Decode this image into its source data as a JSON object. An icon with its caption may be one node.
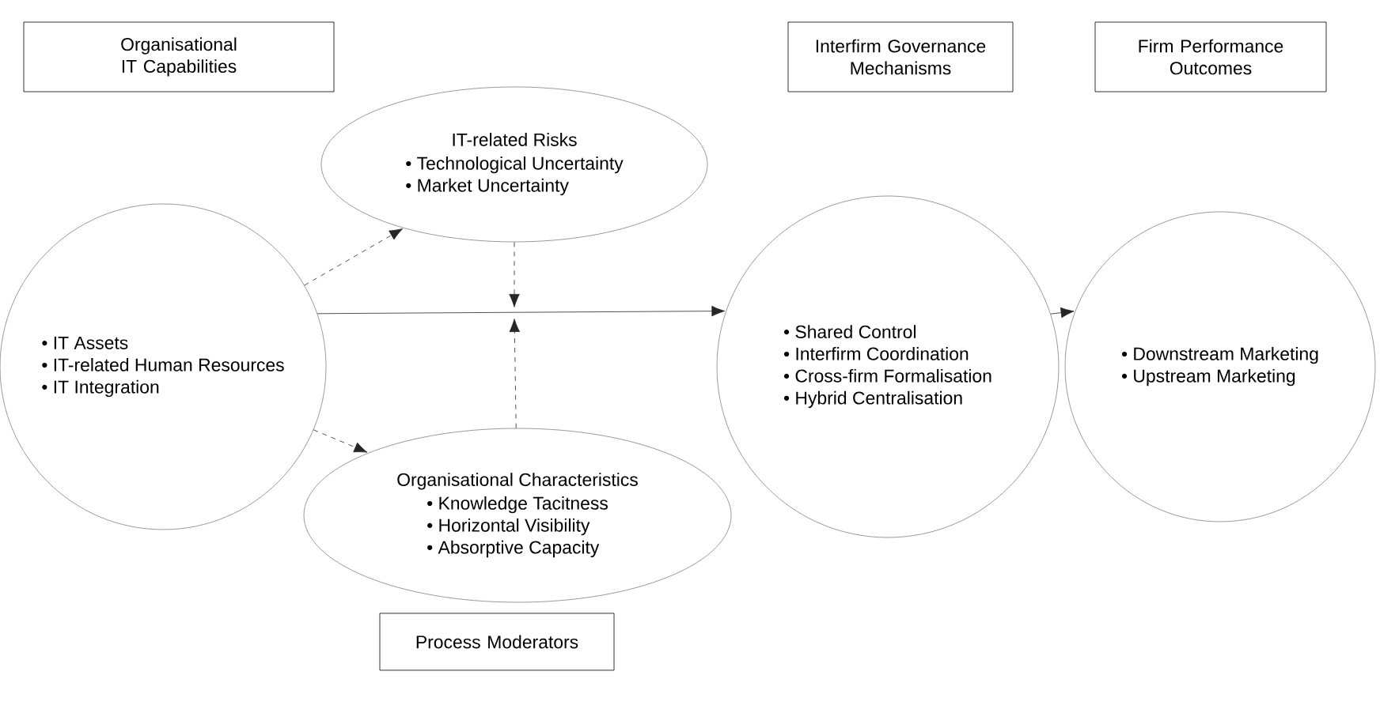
{
  "diagram": {
    "nodes": [
      {
        "text": [
          "Organisational IT Capabilities"
        ]
      },
      {
        "text": [
          "Interfirm Governance Mechanisms"
        ]
      },
      {
        "text": [
          "Firm Performance Outcomes"
        ]
      },
      {
        "text": [
          "• IT Assets",
          "• IT-related Human Resources",
          "• IT Integration"
        ]
      },
      {
        "text": [
          "IT-related Risks",
          "• Technological Uncertainty",
          "• Market Uncertainty"
        ]
      },
      {
        "text": [
          "Organisational Characteristics",
          "• Knowledge Tacitness",
          "• Horizontal Visibility",
          "• Absorptive Capacity"
        ]
      },
      {
        "text": [
          "• Shared Control",
          "• Interfirm Coordination",
          "• Cross-firm Formalisation",
          "• Hybrid Centralisation"
        ]
      },
      {
        "text": [
          "• Downstream Marketing",
          "• Upstream Marketing"
        ]
      },
      {
        "text": [
          "Process Moderators"
        ]
      }
    ],
    "edges": [
      {
        "from": 3,
        "to": 4,
        "arrow": "to",
        "style": "dashed"
      },
      {
        "from": 3,
        "to": 5,
        "arrow": "to",
        "style": "dashed"
      },
      {
        "from": 3,
        "to": 6,
        "arrow": "to"
      },
      {
        "from": 6,
        "to": 7,
        "arrow": "to"
      },
      {
        "from": 4,
        "to": null,
        "arrow": "to",
        "style": "dashed"
      },
      {
        "from": 5,
        "to": null,
        "arrow": "to",
        "style": "dashed"
      }
    ]
  }
}
